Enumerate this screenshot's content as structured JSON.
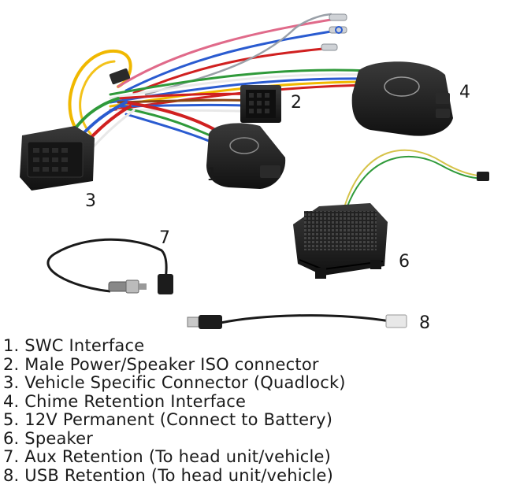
{
  "callouts": {
    "c1": "1",
    "c2": "2",
    "c3": "3",
    "c4": "4",
    "c6": "6",
    "c7": "7",
    "c8": "8"
  },
  "legend": [
    "1. SWC Interface",
    "2. Male Power/Speaker ISO connector",
    "3. Vehicle Specific Connector (Quadlock)",
    "4. Chime Retention Interface",
    "5. 12V Permanent (Connect to Battery)",
    "6. Speaker",
    "7. Aux Retention (To head unit/vehicle)",
    "8. USB Retention (To head unit/vehicle)"
  ],
  "colors": {
    "module_body": "#1c1c1c",
    "wire_yellow": "#f0b800",
    "wire_red": "#d02020",
    "wire_blue": "#2a5bd0",
    "wire_pink": "#e06a8a",
    "wire_green": "#2f9a3a",
    "wire_white": "#e8e8e8"
  }
}
